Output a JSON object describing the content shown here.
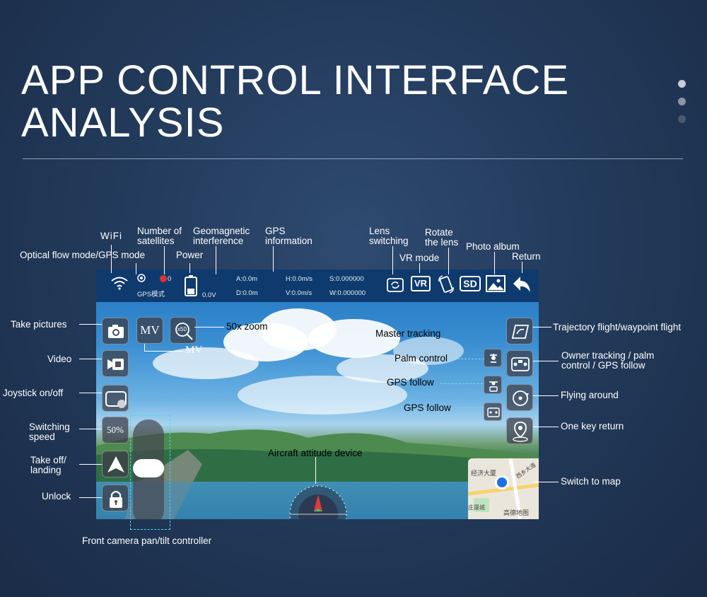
{
  "page_title": {
    "line1": "APP CONTROL INTERFACE",
    "line2": "ANALYSIS"
  },
  "pager": {
    "dot_count": 3,
    "active_index": 0
  },
  "colors": {
    "accent_cyan": "#4fd4e8",
    "bar_blue": "#0f3a6e",
    "bg_blue": "#233b5c"
  },
  "labels": {
    "wifi": "WiFi",
    "satellites": "Number of\nsatellites",
    "geomagnetic": "Geomagnetic\ninterference",
    "gps_info": "GPS\ninformation",
    "lens_switching": "Lens\nswitching",
    "rotate_lens": "Rotate\nthe lens",
    "optical_flow": "Optical flow mode/GPS mode",
    "power": "Power",
    "vr_mode": "VR mode",
    "photo_album": "Photo album",
    "return": "Return",
    "take_pictures": "Take pictures",
    "video": "Video",
    "joystick": "Joystick on/off",
    "switching_speed": "Switching\nspeed",
    "takeoff_landing": "Take off/\nlanding",
    "unlock": "Unlock",
    "front_camera": "Front camera pan/tilt controller",
    "zoom": "50x zoom",
    "mv": "MV",
    "master_tracking": "Master tracking",
    "palm_control": "Palm control",
    "gps_follow_1": "GPS follow",
    "gps_follow_2": "GPS follow",
    "aircraft_attitude": "Aircraft attitude device",
    "trajectory": "Trajectory flight/waypoint flight",
    "owner_tracking": "Owner tracking / palm\ncontrol / GPS follow",
    "flying_around": "Flying around",
    "one_key_return": "One key return",
    "switch_map": "Switch to map"
  },
  "screen": {
    "satellite_count": "0",
    "gps_mode_text": "GPS模式",
    "voltage": "0.0V",
    "alt_a": "A:0.0m",
    "alt_d": "D:0.0m",
    "h_speed": "H:0.0m/s",
    "v_speed": "V:0.0m/s",
    "lat_s": "S:0.000000",
    "lon_w": "W:0.000000",
    "vr_text": "VR",
    "sd_text": "SD",
    "mv_button": "MV",
    "zoom_badge": "x50",
    "speed_button": "50%",
    "map_text_1": "经济大厦",
    "map_text_2": "西乡大道",
    "map_text_3": "庄晟城",
    "map_text_4": "高德地图"
  },
  "icons": [
    "wifi-icon",
    "satellite-icon",
    "battery-icon",
    "lens-switch-icon",
    "rotate-lens-icon",
    "album-icon",
    "return-arrow-icon",
    "camera-icon",
    "video-icon",
    "joystick-icon",
    "takeoff-icon",
    "lock-icon",
    "zoom-icon",
    "trajectory-icon",
    "owner-tracking-icon",
    "orbit-icon",
    "home-pin-icon",
    "palm-icon",
    "gps-follow-icon",
    "attitude-gauge-icon",
    "location-dot-icon"
  ]
}
